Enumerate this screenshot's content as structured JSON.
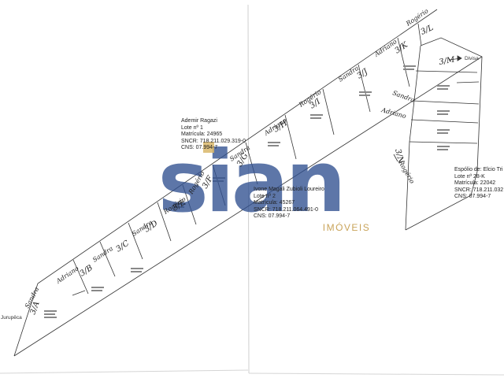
{
  "owners": {
    "ademir": {
      "name": "Ademir Ragazi",
      "lote": "Lote nº 1",
      "matricula": "Matrícula: 24965",
      "sncr": "SNCR: 718.211.029.319-0",
      "cns": "CNS: 07.994-7"
    },
    "ivone": {
      "name": "Ivone Magali Zubioli Loureiro",
      "lote": "Lote nº 2",
      "matricula": "Matrícula: 45267",
      "sncr": "SNCR: 718.211.064.491-0",
      "cns": "CNS: 07.994-7"
    },
    "espolio": {
      "name": "Espólio de: Elcio Tri",
      "lote": "Lote nº 28-K",
      "matricula": "Matrícula: 22042",
      "sncr": "SNCR: 718.211.032",
      "cns": "CNS: 07.994-7"
    }
  },
  "places": {
    "jurupeca": "Jurupêca",
    "divisa": "Divisa"
  },
  "lots": {
    "a": "3/A",
    "b": "3/B",
    "c": "3/C",
    "d": "3/D",
    "e": "3/E",
    "f": "3/F",
    "g": "3/G",
    "h": "3/H",
    "i": "3/I",
    "j": "3/J",
    "k": "3/K",
    "l": "3/L",
    "m": "3/M",
    "n": "3/N"
  },
  "handwritten": {
    "sandra": "Sandra",
    "adriano": "Adriano",
    "rogerio": "Rogério"
  },
  "watermark": {
    "brand": "sian",
    "subtitle": "IMÓVEIS"
  }
}
